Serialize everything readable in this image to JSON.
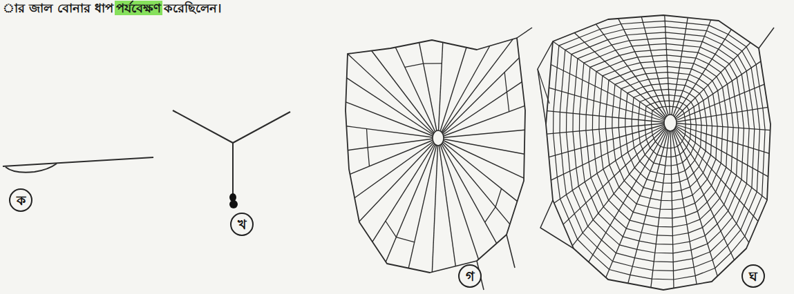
{
  "diagram": {
    "nodes": [
      {
        "text": [
          "ক"
        ]
      },
      {
        "text": [
          "খ"
        ]
      },
      {
        "text": [
          "গ"
        ]
      },
      {
        "text": [
          "ঘ"
        ]
      }
    ],
    "labels": [
      "ার জাল বোনার ধাপ",
      "পর্যবেক্ষণ",
      "করেছিলেন।"
    ]
  }
}
